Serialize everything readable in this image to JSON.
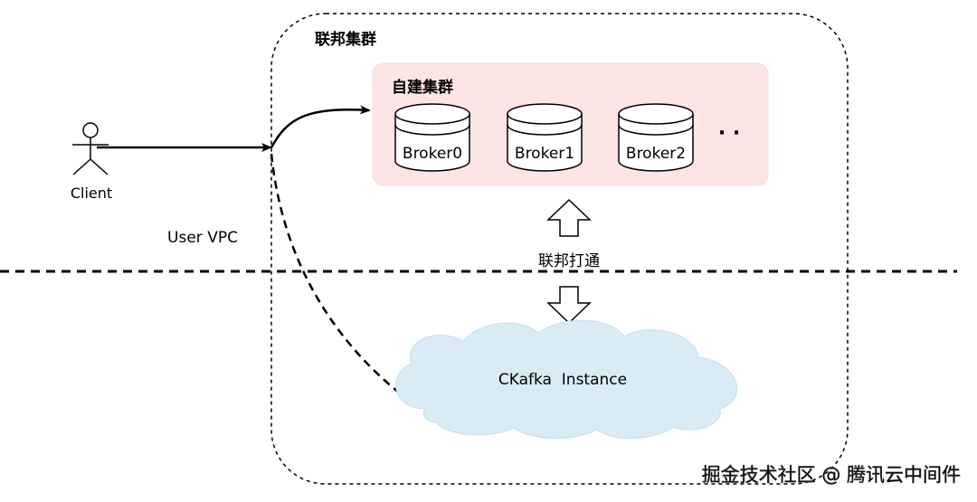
{
  "federation": {
    "title": "联邦集群"
  },
  "self_built": {
    "title": "自建集群",
    "brokers": [
      "Broker0",
      "Broker1",
      "Broker2"
    ],
    "more": "· ·"
  },
  "client": {
    "label": "Client"
  },
  "user_vpc": {
    "label": "User VPC"
  },
  "link": {
    "label": "联邦打通"
  },
  "cloud": {
    "label": "CKafka  Instance"
  },
  "watermark": {
    "text": "掘金技术社区 @ 腾讯云中间件"
  },
  "colors": {
    "self_built_fill": "#fce5e5",
    "cloud_fill": "#d9ecf6",
    "line": "#000000"
  }
}
